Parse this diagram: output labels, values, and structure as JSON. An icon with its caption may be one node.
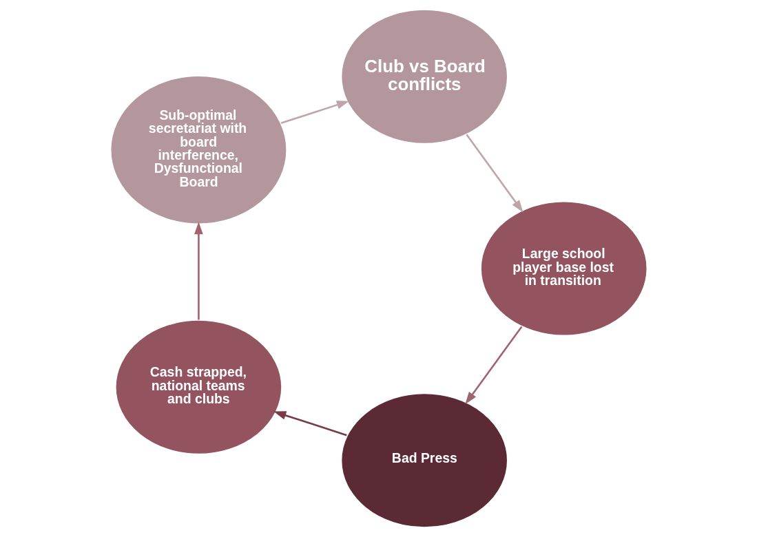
{
  "diagram": {
    "nodes": [
      {
        "text": [
          "Bad Press"
        ]
      },
      {
        "text": [
          "Cash strapped, national teams and clubs"
        ]
      },
      {
        "text": [
          "Sub-optimal secretariat with board interference, Dysfunctional Board"
        ]
      },
      {
        "text": [
          "Club vs Board conflicts"
        ]
      },
      {
        "text": [
          "Large school player base lost in transition"
        ]
      }
    ],
    "edges": [
      {
        "from": 0,
        "to": 1,
        "arrow": "to",
        "color": "#7a3a48"
      },
      {
        "from": 1,
        "to": 2,
        "arrow": "to",
        "color": "#a0646e"
      },
      {
        "from": 2,
        "to": 3,
        "arrow": "to",
        "color": "#c0a4a8"
      },
      {
        "from": 3,
        "to": 4,
        "arrow": "to",
        "color": "#c0a4a8"
      },
      {
        "from": 4,
        "to": 0,
        "arrow": "to",
        "color": "#a0646e"
      }
    ]
  }
}
